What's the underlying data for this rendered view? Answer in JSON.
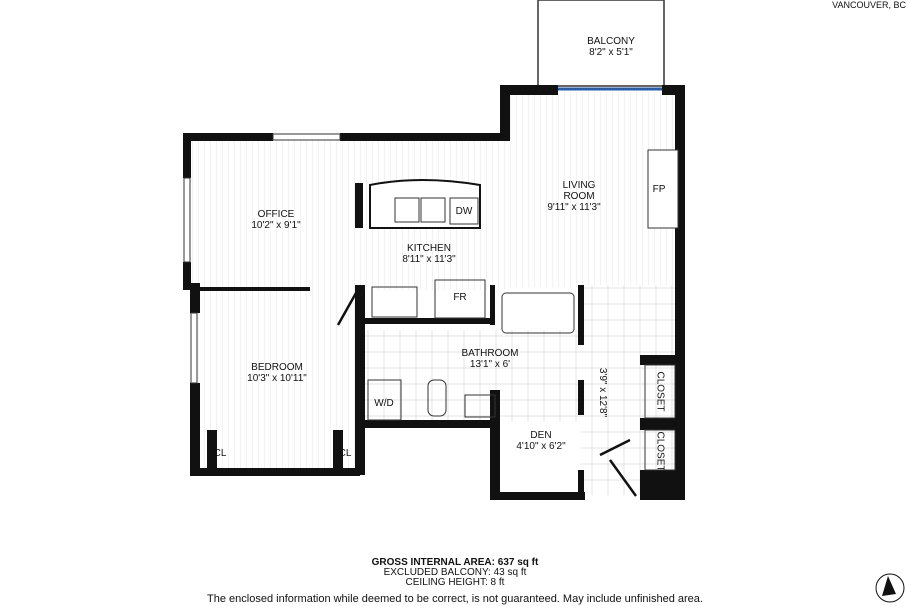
{
  "location": "VANCOUVER, BC",
  "rooms": [
    {
      "name": "BALCONY",
      "size": "8'2\" x 5'1\""
    },
    {
      "name": "LIVING ROOM",
      "size": "9'11\" x 11'3\""
    },
    {
      "name": "OFFICE",
      "size": "10'2\" x 9'1\""
    },
    {
      "name": "KITCHEN",
      "size": "8'11\" x 11'3\""
    },
    {
      "name": "BEDROOM",
      "size": "10'3\" x 10'11\""
    },
    {
      "name": "BATHROOM",
      "size": "13'1\" x 6'"
    },
    {
      "name": "DEN",
      "size": "4'10\" x 6'2\""
    },
    {
      "name": "",
      "size": "3'9\" x 12'8\""
    }
  ],
  "fixtures": {
    "fp": "FP",
    "dw": "DW",
    "fr": "FR",
    "wd": "W/D",
    "cl": "CL",
    "closet": "CLOSET"
  },
  "footer": {
    "gross_area": "GROSS INTERNAL AREA: 637 sq ft",
    "excluded": "EXCLUDED BALCONY: 43 sq ft",
    "ceiling": "CEILING HEIGHT: 8 ft",
    "disclaimer": "The enclosed information while deemed to be correct, is not guaranteed. May include unfinished area."
  },
  "compass": "north-arrow-icon"
}
